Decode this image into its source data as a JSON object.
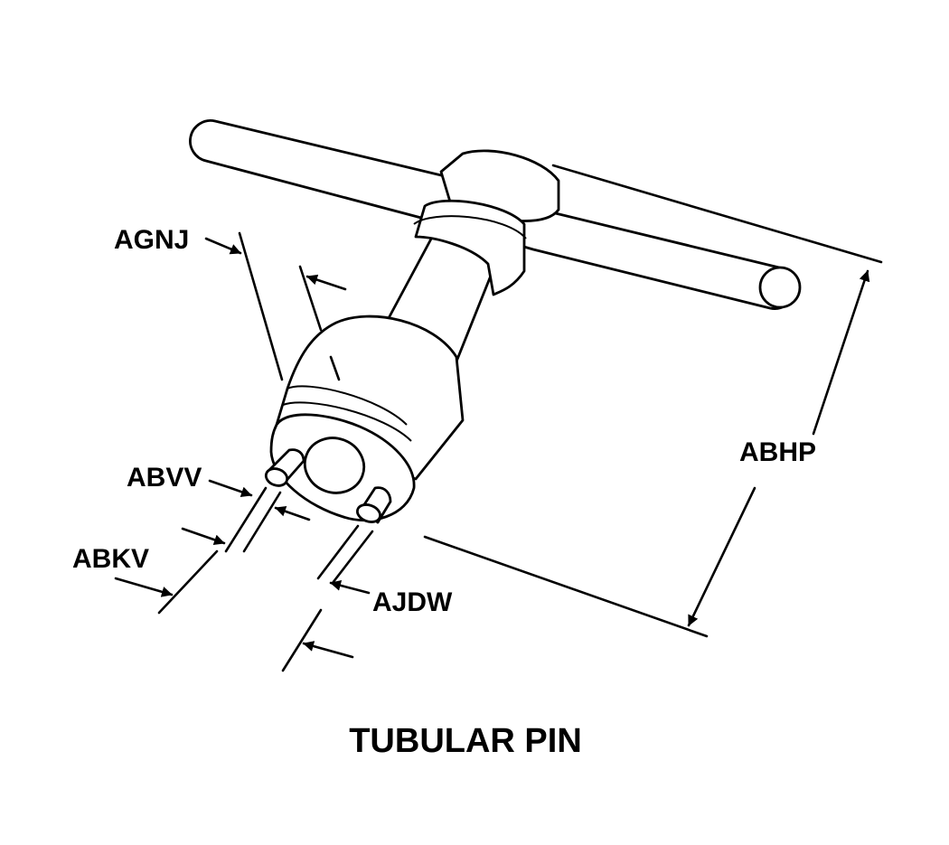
{
  "caption": "TUBULAR PIN",
  "dimensions": {
    "agnj": "AGNJ",
    "abvv": "ABVV",
    "abkv": "ABKV",
    "ajdw": "AJDW",
    "abhp": "ABHP"
  }
}
